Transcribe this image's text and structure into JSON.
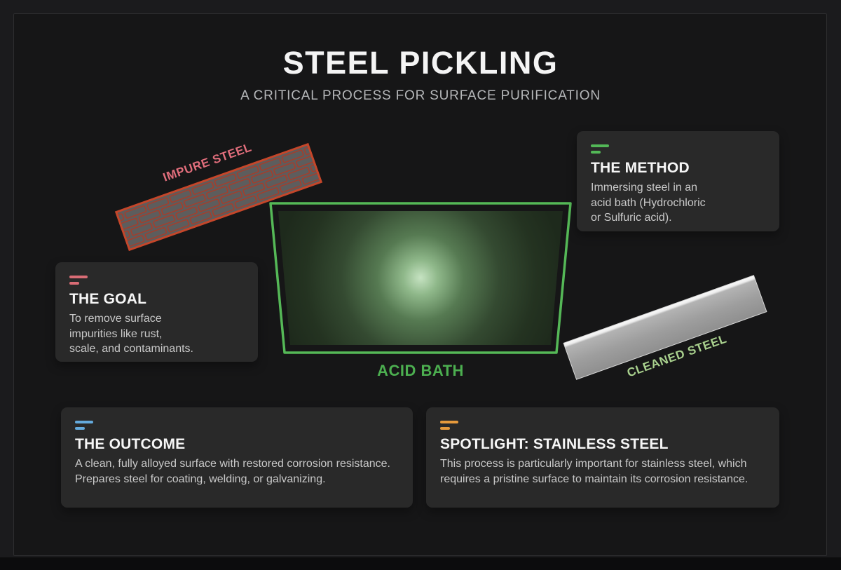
{
  "slide": {
    "title": "STEEL PICKLING",
    "subtitle": "A CRITICAL PROCESS FOR SURFACE PURIFICATION"
  },
  "diagram": {
    "impure_steel": {
      "label": "IMPURE STEEL",
      "label_color": "#e26e7c",
      "border_color": "#c4462a",
      "fill_color": "#5d5d5d",
      "pattern": "rusty-brick-outlines"
    },
    "acid_bath": {
      "label": "ACID BATH",
      "label_color": "#4caf50",
      "border_color": "#55b857",
      "glow_center_color": "#c6e3c2",
      "glow_outer_color": "#1e2a1c"
    },
    "cleaned_steel": {
      "label": "CLEANED STEEL",
      "label_color": "#a9d18e",
      "fill_color": "#9a9a9a",
      "highlight_color": "#ededed"
    }
  },
  "cards": [
    {
      "id": "method",
      "title": "THE METHOD",
      "accent": "#53b857",
      "lines": [
        "Immersing steel in an",
        "acid bath (Hydrochloric",
        "or Sulfuric acid)."
      ]
    },
    {
      "id": "goal",
      "title": "THE GOAL",
      "accent": "#d96c75",
      "lines": [
        "To remove surface",
        "impurities like rust,",
        "scale, and contaminants."
      ]
    },
    {
      "id": "outcome",
      "title": "THE OUTCOME",
      "accent": "#64aadd",
      "lines": [
        "A clean, fully alloyed surface with restored corrosion resistance.",
        "Prepares steel for coating, welding, or galvanizing."
      ]
    },
    {
      "id": "spotlight",
      "title": "SPOTLIGHT: STAINLESS STEEL",
      "accent": "#e69a3c",
      "lines": [
        "This process is particularly important for stainless steel, which",
        "requires a pristine surface to maintain its corrosion resistance."
      ]
    }
  ],
  "colors": {
    "page_background": "#1b1b1d",
    "panel_background": "#161617",
    "card_background": "#292929",
    "title_text": "#f4f4f4",
    "subtitle_text": "#b5b7b9",
    "body_text": "#c9c9c9",
    "bottom_strip": "#0c0c0d"
  }
}
